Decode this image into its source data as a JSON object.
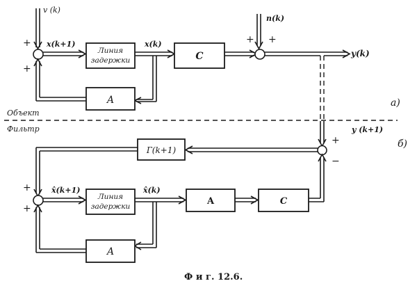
{
  "diagram": {
    "caption": "Ф и г.  12.6.",
    "sections": {
      "object_label": "Объект",
      "filter_label": "Фильтр",
      "part_a": "а)",
      "part_b": "б)"
    },
    "object": {
      "input_v": "v (k)",
      "noise_n": "n(k)",
      "state_next": "x(k+1)",
      "state": "x(k)",
      "output_y": "y(k)",
      "delay_block_line1": "Линия",
      "delay_block_line2": "задержки",
      "block_C": "C",
      "block_A": "A",
      "sum1_signs": [
        "+",
        "+"
      ],
      "sum2_signs": [
        "+",
        "+"
      ]
    },
    "filter": {
      "measurement": "y (k+1)",
      "gain_block": "Г(k+1)",
      "est_next": "x̂(k+1)",
      "est": "x̂(k)",
      "delay_block_line1": "Линия",
      "delay_block_line2": "задержки",
      "block_A_forward": "A",
      "block_C": "C",
      "block_A_feedback": "A",
      "sum_main_signs": [
        "+",
        "+"
      ],
      "sum_error_signs": [
        "+",
        "−"
      ]
    }
  }
}
